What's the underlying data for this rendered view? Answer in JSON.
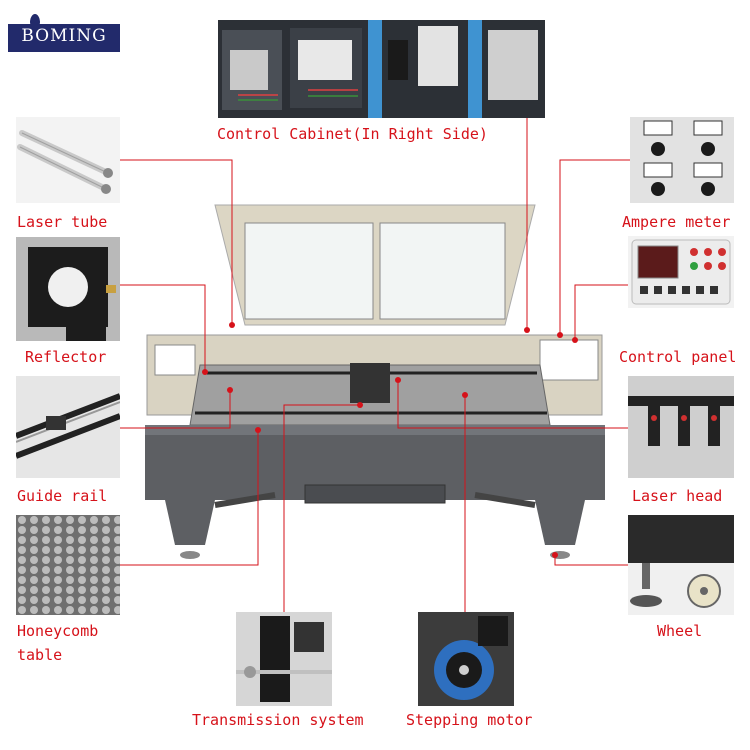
{
  "brand": {
    "name": "BOMING",
    "color": "#222a6b"
  },
  "accent_color": "#d6121a",
  "labels": {
    "control_cabinet": "Control Cabinet(In Right Side)",
    "laser_tube": "Laser tube",
    "reflector": "Reflector",
    "guide_rail": "Guide rail",
    "honeycomb_line1": "Honeycomb",
    "honeycomb_line2": "table",
    "transmission": "Transmission system",
    "stepping_motor": "Stepping motor",
    "ampere_meter": "Ampere meter",
    "control_panel": "Control panel",
    "laser_head": "Laser head",
    "wheel": "Wheel"
  }
}
